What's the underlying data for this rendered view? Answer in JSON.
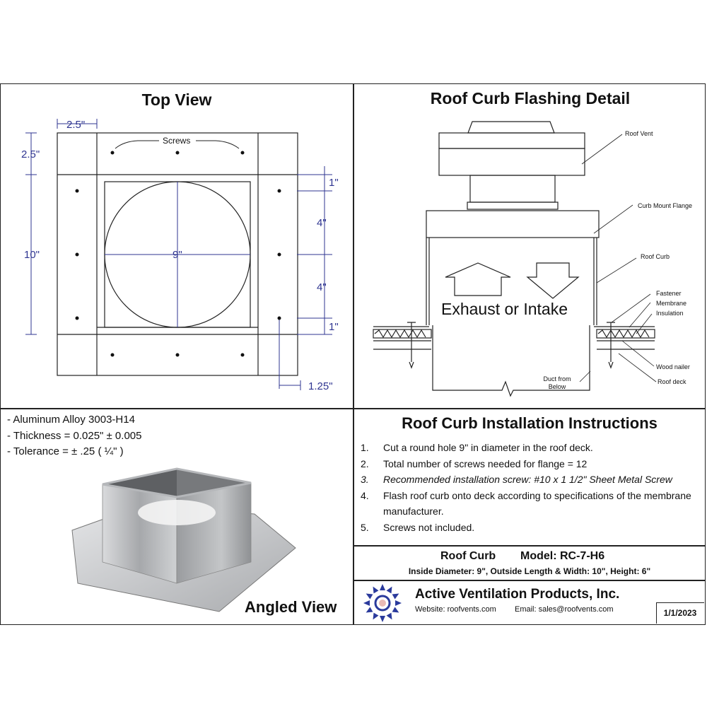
{
  "top_view": {
    "title": "Top View",
    "dims": {
      "top_width": "2.5\"",
      "left_height": "2.5\"",
      "height": "10\"",
      "diameter": "9\"",
      "r1": "1\"",
      "r2": "4\"",
      "r3": "4\"",
      "r4": "1\"",
      "bottom": "1.25\""
    },
    "screws_label": "Screws"
  },
  "flashing": {
    "title": "Roof Curb Flashing Detail",
    "center_label": "Exhaust or Intake",
    "labels": {
      "roof_vent": "Roof Vent",
      "curb_mount_flange": "Curb Mount Flange",
      "roof_curb": "Roof Curb",
      "fastener": "Fastener",
      "membrane": "Membrane",
      "insulation": "Insulation",
      "wood_nailer": "Wood nailer",
      "roof_deck": "Roof deck",
      "duct_from": "Duct from",
      "below": "Below"
    }
  },
  "specs": [
    "- Aluminum Alloy 3003-H14",
    "- Thickness = 0.025\" ± 0.005",
    "- Tolerance =  ± .25 ( ¼\" )"
  ],
  "angled_view": {
    "label": "Angled View"
  },
  "instructions": {
    "title": "Roof Curb Installation Instructions",
    "items": [
      {
        "num": "1.",
        "text": "Cut a round hole 9\" in diameter in the roof deck."
      },
      {
        "num": "2.",
        "text": "Total number of screws needed for flange = 12"
      },
      {
        "num": "3.",
        "text": "Recommended installation screw: #10 x 1 1/2\" Sheet Metal Screw"
      },
      {
        "num": "4.",
        "text": "Flash roof curb onto deck according to specifications of the membrane manufacturer."
      },
      {
        "num": "5.",
        "text": "Screws not included."
      }
    ]
  },
  "model": {
    "line1_left": "Roof Curb",
    "line1_right": "Model: RC-7-H6",
    "line2": "Inside Diameter: 9\",  Outside Length & Width: 10\",  Height: 6\""
  },
  "company": {
    "name": "Active Ventilation Products, Inc.",
    "website": "Website:  roofvents.com",
    "email": "Email:  sales@roofvents.com",
    "date": "1/1/2023"
  },
  "colors": {
    "dimension": "#2f3591",
    "logo": "#2a3a9c",
    "line": "#222222"
  }
}
